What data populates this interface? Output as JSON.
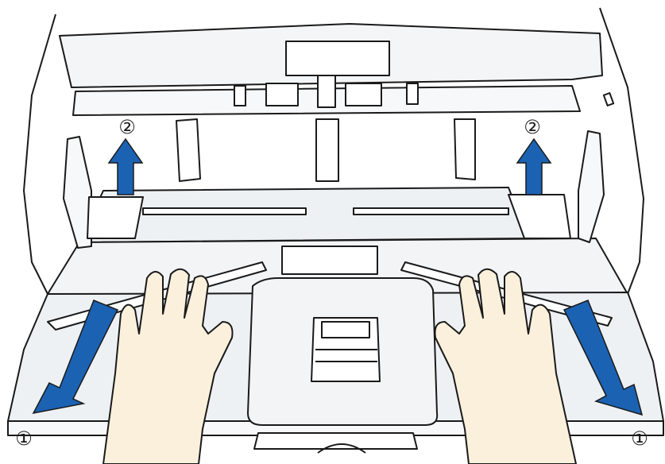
{
  "labels": {
    "step_left_bottom": "①",
    "step_right_bottom": "①",
    "step_left_top": "②",
    "step_right_top": "②"
  },
  "colors": {
    "arrow": "#1b62b3",
    "outline": "#1a1a1a",
    "device_fill": "#f2f4f6",
    "tray_fill": "#eef1f4",
    "skin": "#fbf0dc"
  },
  "icons": {
    "left_top_arrow": "arrow-up-icon",
    "right_top_arrow": "arrow-up-icon",
    "left_bottom_arrow": "arrow-down-left-icon",
    "right_bottom_arrow": "arrow-down-right-icon"
  }
}
